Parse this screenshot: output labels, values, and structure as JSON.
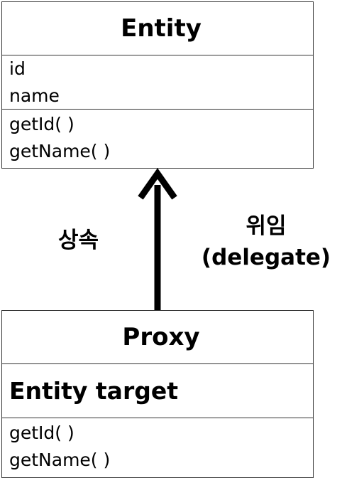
{
  "entity": {
    "title": "Entity",
    "fields": [
      "id",
      "name"
    ],
    "methods": [
      "getId( )",
      "getName( )"
    ]
  },
  "proxy": {
    "title": "Proxy",
    "field": "Entity target",
    "methods": [
      "getId( )",
      "getName( )"
    ]
  },
  "relation": {
    "inherit_label": "상속",
    "delegate_label_line1": "위임",
    "delegate_label_line2": "(delegate)"
  }
}
